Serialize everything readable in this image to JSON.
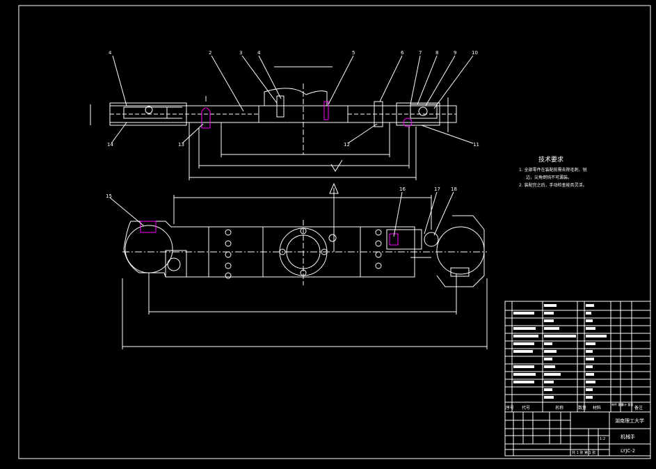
{
  "drawing": {
    "balloons_top": [
      "4",
      "2",
      "3",
      "4",
      "5",
      "6",
      "7",
      "8",
      "9",
      "10",
      "11",
      "12",
      "13",
      "14"
    ],
    "balloons_bottom": [
      "15",
      "16",
      "17",
      "18"
    ],
    "tech_requirements": {
      "title": "技术要求",
      "items": [
        "1. 全部零件在装配前需去除毛刺、锐",
        "边，尖角倒钝不可漏装。",
        "2. 装配完之后，手动检查能否灵活。"
      ]
    },
    "title_block": {
      "header_cols": [
        "序号",
        "代号",
        "名称",
        "数量",
        "材料",
        "单件 重量",
        "总计 重量",
        "备注"
      ],
      "school": "湖南理工大学",
      "drawing_name": "机械手",
      "drawing_no": "LYJC-2",
      "scale": "1:2",
      "sheet": "共 1 张 第 1 张"
    },
    "colors": {
      "line": "#ffffff",
      "highlight": "#ff00ff",
      "background": "#000000"
    }
  }
}
